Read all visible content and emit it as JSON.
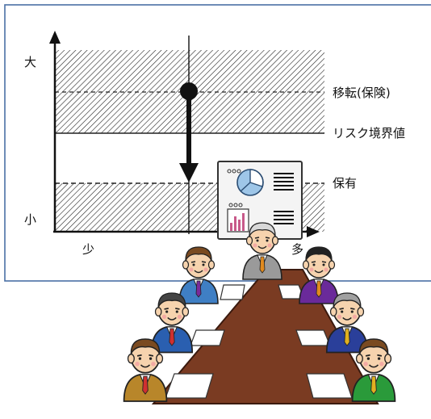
{
  "diagram": {
    "y_axis": {
      "high_label": "大",
      "low_label": "小"
    },
    "x_axis": {
      "low_label": "少",
      "high_label": "多"
    },
    "zones": [
      {
        "label": "移転(保険)"
      },
      {
        "label": "リスク境界値"
      },
      {
        "label": "保有"
      }
    ]
  },
  "colors": {
    "frame": "#4a6fa5",
    "table": "#7a3b22",
    "board": "#f4f4f4",
    "pie": "#9ec6e8"
  }
}
